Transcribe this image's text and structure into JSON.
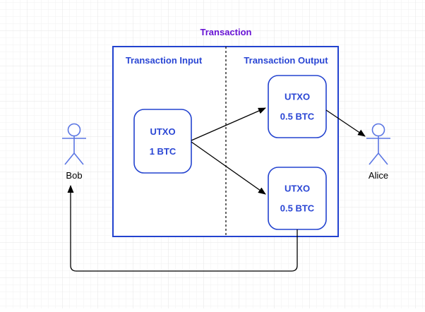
{
  "diagram": {
    "title": "Transaction",
    "container": {
      "input_label": "Transaction Input",
      "output_label": "Transaction Output"
    },
    "nodes": {
      "input_utxo": {
        "name": "UTXO",
        "amount": "1 BTC"
      },
      "output_utxo_top": {
        "name": "UTXO",
        "amount": "0.5 BTC"
      },
      "output_utxo_bottom": {
        "name": "UTXO",
        "amount": "0.5 BTC"
      }
    },
    "actors": {
      "sender": {
        "label": "Bob"
      },
      "receiver": {
        "label": "Alice"
      }
    }
  },
  "colors": {
    "title_text": "#6712d4",
    "label_text": "#2a46d4",
    "shape_border": "#2343cf",
    "shape_fill": "#ffffff",
    "actor_stroke": "#5b76e3",
    "actor_label_text": "#000000",
    "arrow": "#000000",
    "background": "#ffffff",
    "grid_minor": "#f2f2f2",
    "grid_major": "#e5e5e5"
  }
}
